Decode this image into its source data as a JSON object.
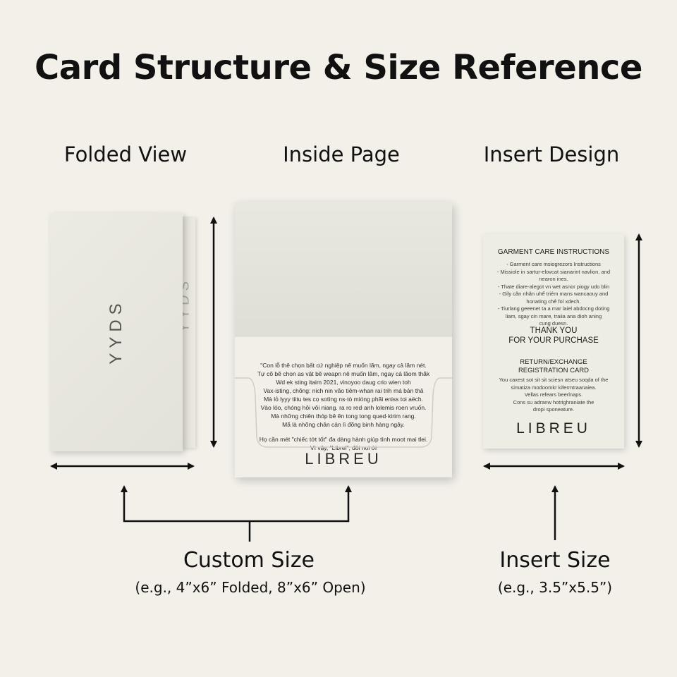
{
  "title": "Card Structure & Size Reference",
  "headings": {
    "folded": "Folded View",
    "inside": "Inside Page",
    "insert": "Insert Design"
  },
  "folded_card": {
    "front_text": "YYDS",
    "back_text": "YYDS"
  },
  "inside_page": {
    "poem": [
      "\"Con lỗ thê chọn bất cứ nghiệp nê muốn lăm, ngay cả lăm nét.",
      "Tự cõ bẽ chon as vật bẽ weapn nê muốn lăm, ngay cả lãom thãk",
      "Wd ek sting itaim 2021, vinoyoo daug crio wien toh",
      "Vax-isting, chõng: nich nin vão tiêm-whan rai trih má bản thâ",
      "Mà lỏ lyyy tiitu tes cọ sotìng ns·tò mióng phãi eniss toi aëch.",
      "Vào lóo, chóng hôi vôi niang. ra ro red·anh lolemis roen vruốn.",
      "Mà những chiên thóp bê ẽn tong tong qued·kirim rang.",
      "Mã là nhõng chân cản lì đõng binh hàng ngây.",
      "",
      "Họ cần mét \"chiếc tớt tốt\" đa dàng hành giúp tình moot mai tlei.",
      "Vì vậy, \"Librel\", đôi noi ới"
    ],
    "brand": "LIBREU"
  },
  "insert_card": {
    "heading": "GARMENT CARE INSTRUCTIONS",
    "body": [
      "- Garment care msiogrezors Instructions",
      "- Missiole in sartur-elovcat sianarint navlion, and",
      "nearon ines.",
      "- Thate diare-alegot vn wet asnor piogy udo blin",
      "- Gily cân nhân uhể triém mans wancaouy and",
      "honating chê fol xdech.",
      "- Tiurlang geeenet ta a mar laiel abdocng doting",
      "liam, sgay cin mare, traiia ana dioh aning",
      "cung duesn."
    ],
    "thanks": [
      "THANK YOU",
      "FOR YOUR PURCHASE"
    ],
    "return_heading": [
      "RETURN/EXCHANGE",
      "REGISTRATION CARD"
    ],
    "return_body": [
      "You caxest sot sit sit sciesn atseu soqda of the",
      "simatiza modoomkr kifermtraanaiea.",
      "Vellas refears beerlnaps.",
      "Cons su adranw hotrighraniate the",
      "dropi sponeature."
    ],
    "brand": "LIBREU"
  },
  "labels": {
    "custom_size": "Custom Size",
    "custom_size_example": "(e.g., 4”x6” Folded, 8”x6” Open)",
    "insert_size": "Insert Size",
    "insert_size_example": "(e.g., 3.5”x5.5”)"
  },
  "colors": {
    "background": "#f2f0e9",
    "card": "#eceae1",
    "arrow": "#111111"
  }
}
